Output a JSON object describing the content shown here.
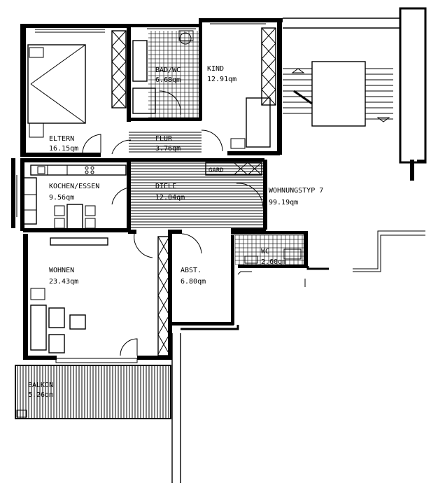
{
  "plan": {
    "rooms": [
      {
        "id": "eltern",
        "name": "ELTERN",
        "area": "16.15qm"
      },
      {
        "id": "bad",
        "name": "BAD/WC",
        "area": "6.68qm"
      },
      {
        "id": "kind",
        "name": "KIND",
        "area": "12.91qm"
      },
      {
        "id": "flur",
        "name": "FLUR",
        "area": "3.76qm"
      },
      {
        "id": "kochen",
        "name": "KOCHEN/ESSEN",
        "area": "9.56qm"
      },
      {
        "id": "diele",
        "name": "DIELE",
        "area": "12.04qm"
      },
      {
        "id": "wohnen",
        "name": "WOHNEN",
        "area": "23.43qm"
      },
      {
        "id": "abst",
        "name": "ABST.",
        "area": "6.80qm"
      },
      {
        "id": "wc",
        "name": "WC",
        "area": "2.60qm"
      },
      {
        "id": "balkon",
        "name": "BALKON",
        "area": "5.26qm"
      }
    ],
    "garderobe_label": "GARD",
    "apartment": {
      "type_label": "WOHNUNGSTYP 7",
      "total_area": "99.19qm"
    }
  }
}
